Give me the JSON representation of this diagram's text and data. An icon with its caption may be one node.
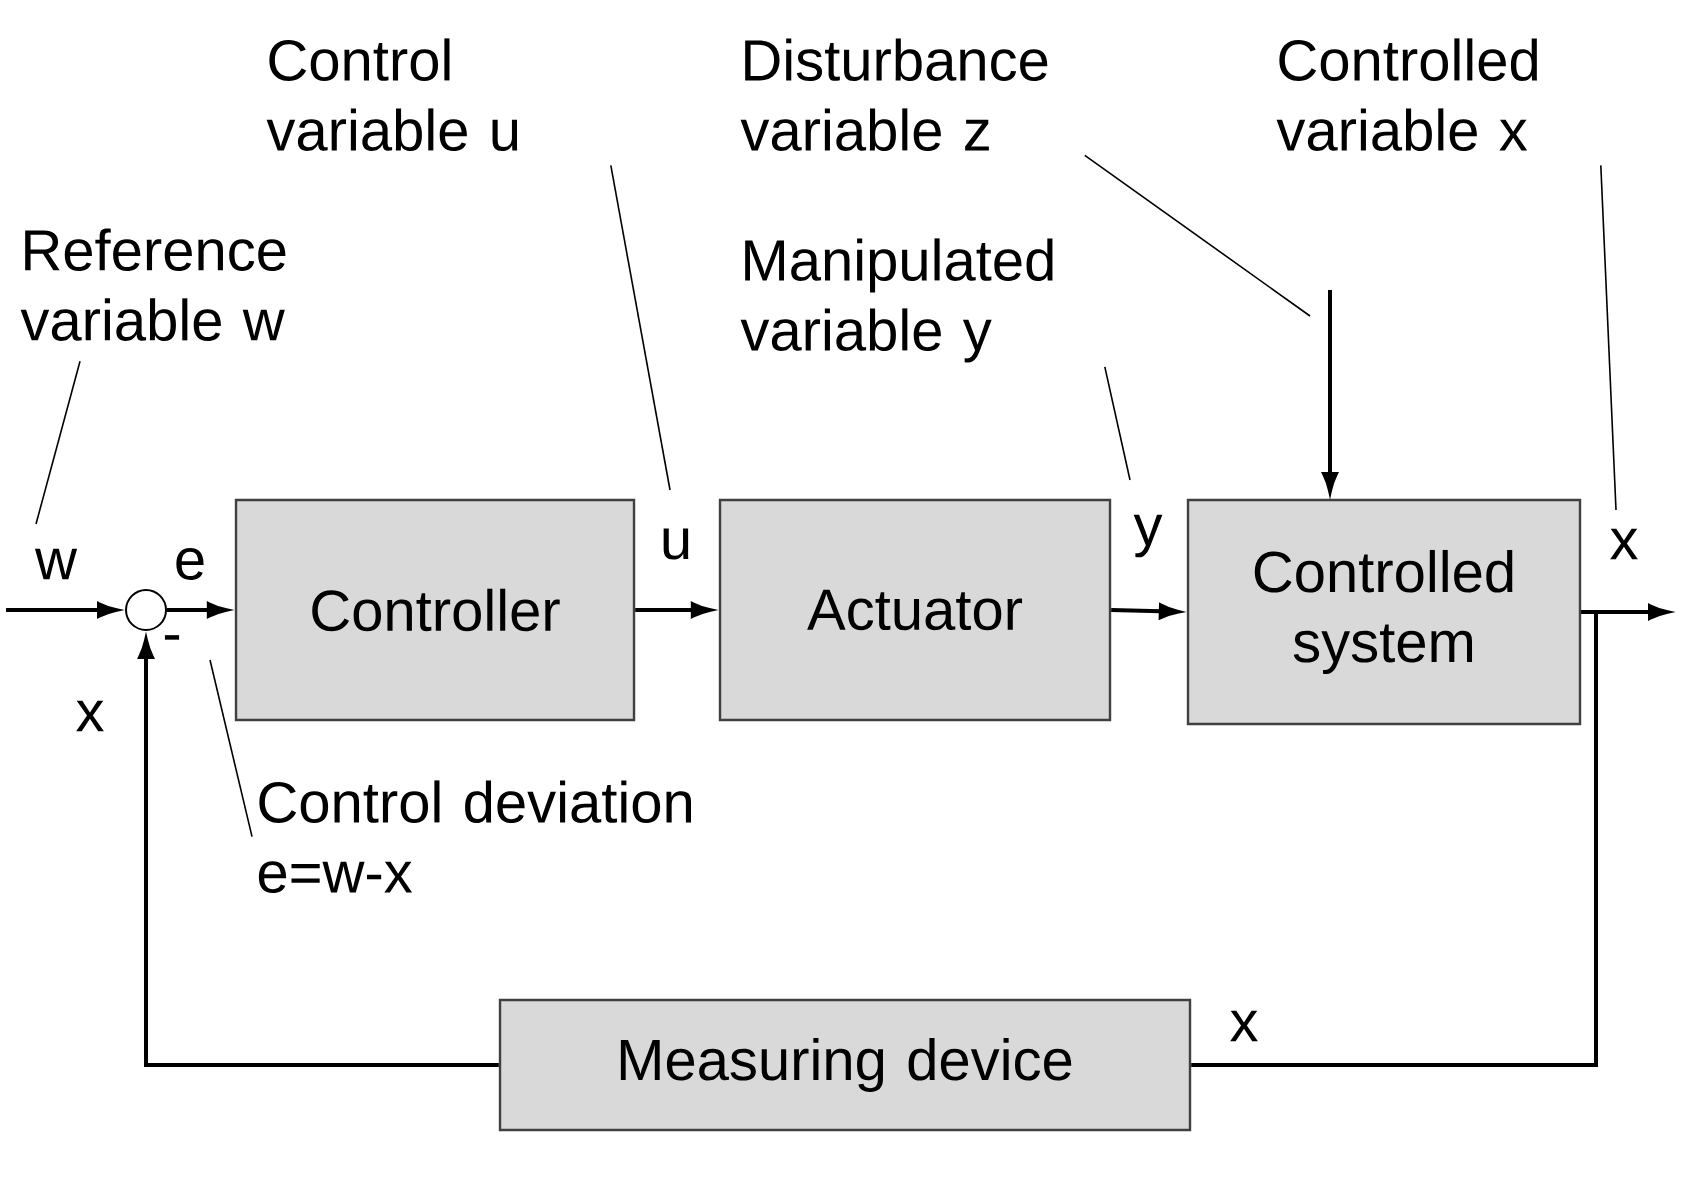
{
  "diagram": {
    "nodes": [
      {
        "text": [
          "Controller"
        ]
      },
      {
        "text": [
          "Actuator"
        ]
      },
      {
        "text": [
          "Controlled system"
        ]
      },
      {
        "text": [
          "Measuring device"
        ]
      },
      {
        "text": [],
        "shape": "circle"
      },
      {
        "text": [
          "Reference variable w"
        ]
      },
      {
        "text": [
          "Control variable u"
        ]
      },
      {
        "text": [
          "Disturbance variable z"
        ]
      },
      {
        "text": [
          "Controlled variable x"
        ]
      },
      {
        "text": [
          "Manipulated variable y"
        ]
      },
      {
        "text": [
          "Control deviation e=w-x"
        ]
      }
    ],
    "edges": [
      {
        "from": null,
        "to": 4,
        "arrow": "to",
        "label": "w"
      },
      {
        "from": 4,
        "to": 0,
        "arrow": "to",
        "label": "e"
      },
      {
        "from": 0,
        "to": 1,
        "arrow": "to",
        "label": "u"
      },
      {
        "from": 1,
        "to": 2,
        "arrow": "to",
        "label": "y"
      },
      {
        "from": 2,
        "to": null,
        "arrow": "to",
        "label": "x"
      },
      {
        "from": null,
        "to": 2,
        "arrow": "to"
      },
      {
        "from": 2,
        "to": 3,
        "arrow": "none",
        "label": "x"
      },
      {
        "from": 3,
        "to": 4,
        "arrow": "to",
        "label": "x"
      },
      {
        "from": 5,
        "to": null,
        "arrow": "none"
      },
      {
        "from": 6,
        "to": null,
        "arrow": "none"
      },
      {
        "from": 7,
        "to": null,
        "arrow": "none"
      },
      {
        "from": 8,
        "to": null,
        "arrow": "none"
      },
      {
        "from": 9,
        "to": null,
        "arrow": "none"
      },
      {
        "from": 10,
        "to": null,
        "arrow": "none"
      }
    ],
    "labels": [
      "-"
    ]
  }
}
